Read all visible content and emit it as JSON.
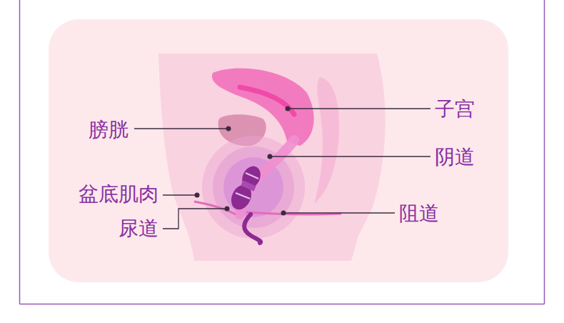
{
  "diagram": {
    "labels": [
      "子宫",
      "膀胱",
      "阴道",
      "盆底肌肉",
      "尿道",
      "阻道"
    ]
  }
}
